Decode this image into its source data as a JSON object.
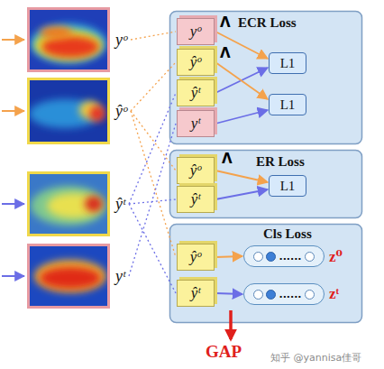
{
  "diagram": {
    "nodes": [
      {
        "text": [
          "yᵒ"
        ]
      },
      {
        "text": [
          "ŷᵒ"
        ]
      },
      {
        "text": [
          "ŷᵗ"
        ]
      },
      {
        "text": [
          "yᵗ"
        ]
      },
      {
        "text": [
          "ECR Loss"
        ]
      },
      {
        "text": [
          "yᵒ"
        ],
        "in": 4
      },
      {
        "text": [
          "ŷᵒ"
        ],
        "in": 4
      },
      {
        "text": [
          "ŷᵗ"
        ],
        "in": 4
      },
      {
        "text": [
          "yᵗ"
        ],
        "in": 4
      },
      {
        "text": [
          "L1"
        ],
        "in": 4
      },
      {
        "text": [
          "L1"
        ],
        "in": 4
      },
      {
        "text": [
          "ER Loss"
        ]
      },
      {
        "text": [
          "ŷᵒ"
        ],
        "in": 11
      },
      {
        "text": [
          "ŷᵗ"
        ],
        "in": 11
      },
      {
        "text": [
          "L1"
        ],
        "in": 11
      },
      {
        "text": [
          "Cls Loss"
        ]
      },
      {
        "text": [
          "ŷᵒ"
        ],
        "in": 15
      },
      {
        "text": [
          "ŷᵗ"
        ],
        "in": 15
      },
      {
        "text": [
          "......"
        ],
        "in": 15
      },
      {
        "text": [
          "......"
        ],
        "in": 15
      }
    ],
    "edges": [
      {
        "from": 0,
        "to": 5,
        "arrow": "none"
      },
      {
        "from": 1,
        "to": 6,
        "arrow": "none"
      },
      {
        "from": 1,
        "to": 12,
        "arrow": "none"
      },
      {
        "from": 1,
        "to": 16,
        "arrow": "none"
      },
      {
        "from": 2,
        "to": 7,
        "arrow": "none"
      },
      {
        "from": 2,
        "to": 13,
        "arrow": "none"
      },
      {
        "from": 2,
        "to": 17,
        "arrow": "none"
      },
      {
        "from": 3,
        "to": 8,
        "arrow": "none"
      },
      {
        "from": 5,
        "to": 9,
        "arrow": "to"
      },
      {
        "from": 7,
        "to": 9,
        "arrow": "to"
      },
      {
        "from": 6,
        "to": 10,
        "arrow": "to"
      },
      {
        "from": 8,
        "to": 10,
        "arrow": "to"
      },
      {
        "from": 12,
        "to": 14,
        "arrow": "to"
      },
      {
        "from": 13,
        "to": 14,
        "arrow": "to"
      },
      {
        "from": 16,
        "to": 18,
        "arrow": "to"
      },
      {
        "from": 17,
        "to": 19,
        "arrow": "to"
      }
    ],
    "labels": [
      "Λ",
      "Λ",
      "Λ",
      "z⁰",
      "zᵗ",
      "GAP",
      "知乎 @yannisa佳哥"
    ]
  }
}
